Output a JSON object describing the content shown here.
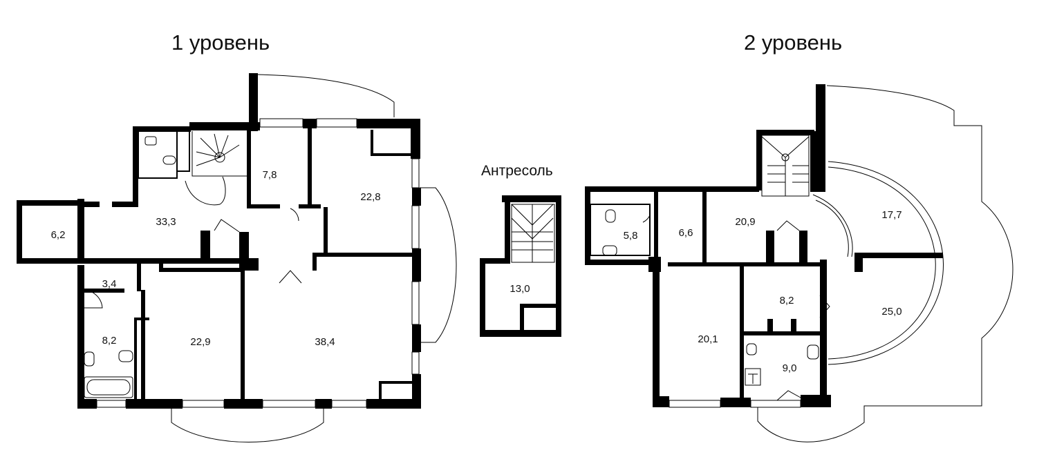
{
  "levels": [
    {
      "title": "1 уровень",
      "rooms": [
        "6,2",
        "33,3",
        "7,8",
        "22,8",
        "3,4",
        "8,2",
        "22,9",
        "38,4"
      ]
    },
    {
      "title": "Антресоль",
      "rooms": [
        "13,0"
      ]
    },
    {
      "title": "2 уровень",
      "rooms": [
        "5,8",
        "6,6",
        "20,9",
        "17,7",
        "8,2",
        "25,0",
        "20,1",
        "9,0"
      ]
    }
  ]
}
